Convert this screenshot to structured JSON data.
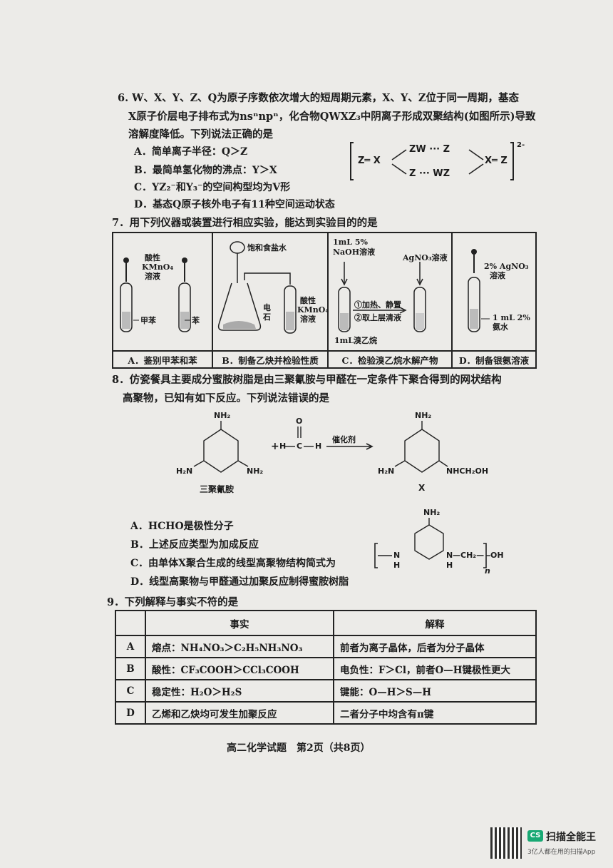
{
  "q6": {
    "stem1": "6. W、X、Y、Z、Q为原子序数依次增大的短周期元素，X、Y、Z位于同一周期，基态",
    "stem2": "X原子价层电子排布式为nsⁿnpⁿ，化合物QWXZ₃中阴离子形成双聚结构(如图所示)导致",
    "stem3": "溶解度降低。下列说法正确的是",
    "A": "A．简单离子半径：Q＞Z",
    "B": "B．最简单氢化物的沸点：Y＞X",
    "C": "C．YZ₂⁻和Y₃⁻的空间构型均为V形",
    "D": "D．基态Q原子核外电子有11种空间运动状态",
    "structure": {
      "left": "Z═ X",
      "top": "ZW ··· Z",
      "bottom": "Z ··· WZ",
      "right": "X═ Z",
      "charge": "2-"
    }
  },
  "q7": {
    "stem": "7．用下列仪器或装置进行相应实验，能达到实验目的的是",
    "panels": [
      {
        "caption": "A．鉴别甲苯和苯",
        "labels": [
          "酸性",
          "KMnO₄",
          "溶液",
          "甲苯",
          "苯"
        ]
      },
      {
        "caption": "B．制备乙炔并检验性质",
        "labels": [
          "饱和食盐水",
          "电",
          "石",
          "酸性",
          "KMnO₄",
          "溶液"
        ]
      },
      {
        "caption": "C．检验溴乙烷水解产物",
        "labels": [
          "1mL 5%",
          "NaOH溶液",
          "AgNO₃溶液",
          "①加热、静置",
          "②取上层清液",
          "1mL溴乙烷"
        ]
      },
      {
        "caption": "D．制备银氨溶液",
        "labels": [
          "2% AgNO₃",
          "溶液",
          "1 mL 2%",
          "氨水"
        ]
      }
    ]
  },
  "q8": {
    "stem1": "8．仿瓷餐具主要成分蜜胺树脂是由三聚氰胺与甲醛在一定条件下聚合得到的网状结构",
    "stem2": "高聚物，已知有如下反应。下列说法错误的是",
    "reaction": {
      "reactant_name": "三聚氰胺",
      "catalyst": "催化剂",
      "plus": "+",
      "product_label": "X",
      "nh2": "NH₂",
      "nhch2oh": "NHCH₂OH",
      "h2n": "H₂N",
      "n": "N",
      "c": "C",
      "h": "H",
      "o": "O"
    },
    "A": "A．HCHO是极性分子",
    "B": "B．上述反应类型为加成反应",
    "C": "C．由单体X聚合生成的线型高聚物结构简式为",
    "D": "D．线型高聚物与甲醛通过加聚反应制得蜜胺树脂",
    "polymer": {
      "h": "H",
      "n": "N",
      "nh2": "NH₂",
      "ch2": "—CH₂—",
      "oh": "OH",
      "sub": "n"
    }
  },
  "q9": {
    "stem": "9．下列解释与事实不符的是",
    "headers": [
      "事实",
      "解释"
    ],
    "rows": [
      {
        "label": "A",
        "fact": "熔点：NH₄NO₃＞C₂H₅NH₃NO₃",
        "explain": "前者为离子晶体，后者为分子晶体"
      },
      {
        "label": "B",
        "fact": "酸性：CF₃COOH＞CCl₃COOH",
        "explain": "电负性：F＞Cl，前者O—H键极性更大"
      },
      {
        "label": "C",
        "fact": "稳定性：H₂O＞H₂S",
        "explain": "键能：O—H＞S—H"
      },
      {
        "label": "D",
        "fact": "乙烯和乙炔均可发生加聚反应",
        "explain": "二者分子中均含有π键"
      }
    ]
  },
  "footer": "高二化学试题　第2页（共8页）",
  "watermark": {
    "badge": "CS",
    "name": "扫描全能王",
    "tagline": "3亿人都在用的扫描App"
  }
}
